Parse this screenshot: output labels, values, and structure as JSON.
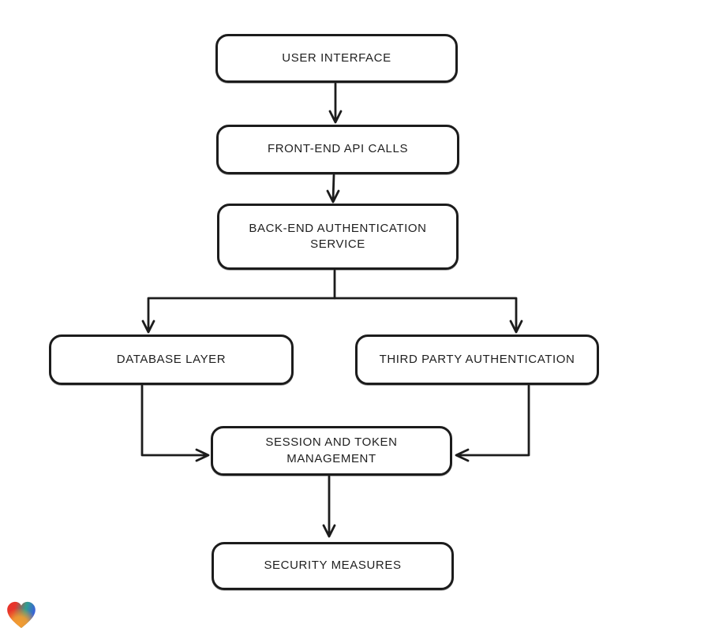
{
  "diagram": {
    "background_color": "#ffffff",
    "stroke_color": "#1c1c1c",
    "text_color": "#1f1f1f",
    "nodes": {
      "user_interface": {
        "label": "USER INTERFACE"
      },
      "frontend_api": {
        "label": "FRONT-END API CALLS"
      },
      "backend_auth": {
        "label": "BACK-END AUTHENTICATION\nSERVICE"
      },
      "database_layer": {
        "label": "DATABASE LAYER"
      },
      "third_party_auth": {
        "label": "THIRD PARTY AUTHENTICATION"
      },
      "session_token": {
        "label": "SESSION AND TOKEN\nMANAGEMENT"
      },
      "security": {
        "label": "SECURITY MEASURES"
      }
    },
    "edges": [
      {
        "from": "USER INTERFACE",
        "to": "FRONT-END API CALLS"
      },
      {
        "from": "FRONT-END API CALLS",
        "to": "BACK-END AUTHENTICATION SERVICE"
      },
      {
        "from": "BACK-END AUTHENTICATION SERVICE",
        "to": "DATABASE LAYER"
      },
      {
        "from": "BACK-END AUTHENTICATION SERVICE",
        "to": "THIRD PARTY AUTHENTICATION"
      },
      {
        "from": "DATABASE LAYER",
        "to": "SESSION AND TOKEN MANAGEMENT"
      },
      {
        "from": "THIRD PARTY AUTHENTICATION",
        "to": "SESSION AND TOKEN MANAGEMENT"
      },
      {
        "from": "SESSION AND TOKEN MANAGEMENT",
        "to": "SECURITY MEASURES"
      }
    ]
  },
  "logo": {
    "name": "heart-logo",
    "colors": {
      "red": "#e7342b",
      "orange": "#f59b30",
      "teal": "#2f9e8f",
      "blue": "#3b62d9"
    }
  }
}
